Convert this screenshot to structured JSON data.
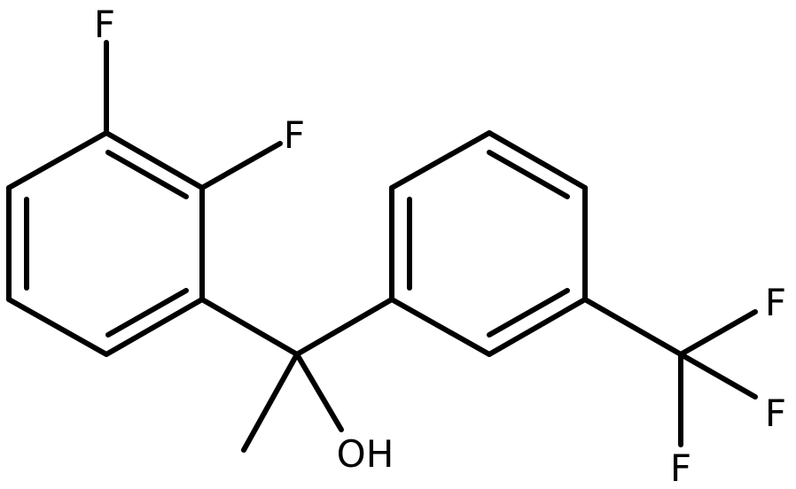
{
  "atoms": {
    "f_top": "F",
    "f_ortho": "F",
    "oh": "OH",
    "f_cf3_1": "F",
    "f_cf3_2": "F",
    "f_cf3_3": "F"
  },
  "colors": {
    "bond": "#000000",
    "background": "#ffffff"
  }
}
